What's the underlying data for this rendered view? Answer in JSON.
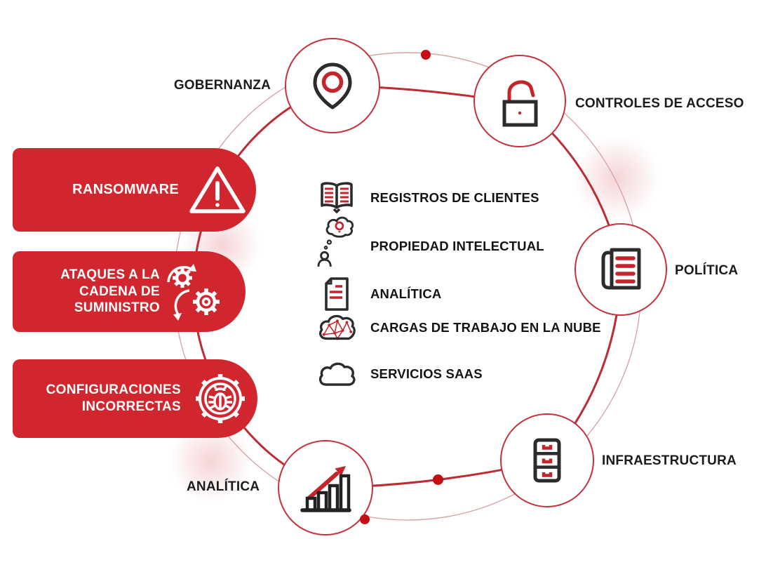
{
  "colors": {
    "banner_red": "#d2262e",
    "ring_red": "#bd2b33",
    "outer_ring_pink": "#d9a3a8",
    "dot_red": "#c50d16",
    "icon_dark": "#2b2b2b",
    "icon_red": "#c5242b",
    "text_dark": "#1c1c1c",
    "white": "#ffffff"
  },
  "ring_nodes": [
    {
      "id": "gobernanza",
      "label": "GOBERNANZA",
      "icon": "location-pin-icon"
    },
    {
      "id": "controles",
      "label": "CONTROLES DE ACCESO",
      "icon": "open-padlock-icon"
    },
    {
      "id": "politica",
      "label": "POLÍTICA",
      "icon": "policy-document-icon"
    },
    {
      "id": "infraestructura",
      "label": "INFRAESTRUCTURA",
      "icon": "server-cabinet-icon"
    },
    {
      "id": "analitica",
      "label": "ANALÍTICA",
      "icon": "growth-chart-icon"
    }
  ],
  "threat_banners": [
    {
      "id": "ransomware",
      "label": "RANSOMWARE",
      "icon": "warning-triangle-icon"
    },
    {
      "id": "supply-chain",
      "label": "ATAQUES A LA\nCADENA DE\nSUMINISTRO",
      "icon": "supply-chain-gears-icon"
    },
    {
      "id": "misconfiguration",
      "label": "CONFIGURACIONES\nINCORRECTAS",
      "icon": "bug-gear-icon"
    }
  ],
  "assets": [
    {
      "label": "REGISTROS DE CLIENTES",
      "icon": "open-book-icon"
    },
    {
      "label": "PROPIEDAD INTELECTUAL",
      "icon": "idea-person-icon"
    },
    {
      "label": "ANALÍTICA",
      "icon": "analytics-document-icon"
    },
    {
      "label": "CARGAS DE TRABAJO EN LA NUBE",
      "icon": "cloud-mesh-icon"
    },
    {
      "label": "SERVICIOS SAAS",
      "icon": "cloud-icon"
    }
  ]
}
